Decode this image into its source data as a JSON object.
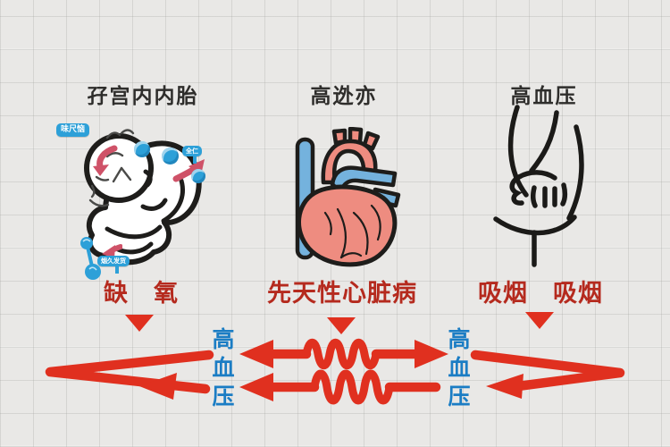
{
  "canvas": {
    "background": "#e9e8e6",
    "grid_line": "#c9c8c4"
  },
  "colors": {
    "arrow_red": "#e0301f",
    "caption_red": "#b52a1e",
    "label_blue": "#1b7dc4",
    "tag_blue": "#2da0d8",
    "ink": "#1e1d1b",
    "heart_pink": "#ee8c80",
    "vessel_blue": "#74b2dd",
    "mini_arrow_pink": "#cf5268"
  },
  "columns": [
    {
      "id": "fetus",
      "title": "孖宫内内胎",
      "caption": "缺　氧"
    },
    {
      "id": "heart",
      "title": "高迯亦",
      "caption": "先天性心脏病"
    },
    {
      "id": "breast",
      "title": "高血压",
      "caption": "吸烟　吸烟"
    }
  ],
  "fetus_annotations": {
    "top_left_tag": "味尺恼",
    "right_tag": "全仁",
    "bottom_tag": "烟久发货"
  },
  "flow": {
    "left_label": "高血压",
    "right_label": "高血压"
  }
}
